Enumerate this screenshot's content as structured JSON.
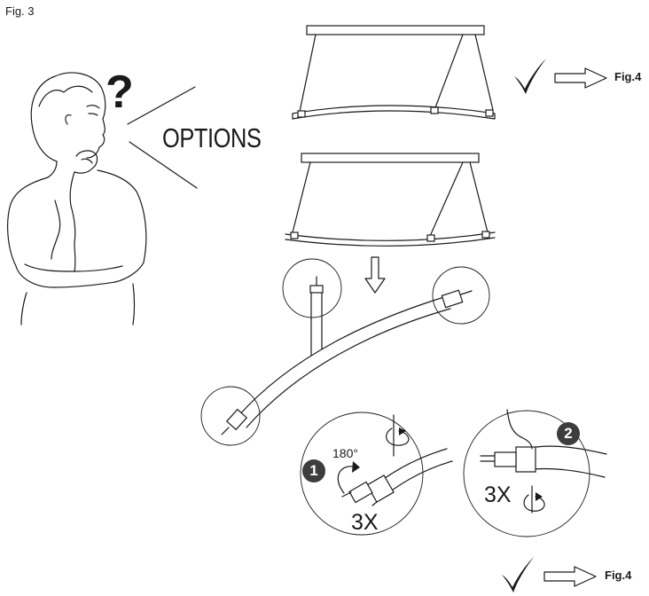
{
  "figure_label": "Fig. 3",
  "question_mark": "?",
  "options_label": "OPTIONS",
  "fig_reference_top": "Fig.4",
  "fig_reference_bottom": "Fig.4",
  "step_1": {
    "number": "1",
    "rotation": "180°",
    "repeat": "3X"
  },
  "step_2": {
    "number": "2",
    "repeat": "3X"
  },
  "icons": [
    "thinking-person-illustration",
    "checkmark-icon",
    "outline-arrow-right-icon",
    "outline-arrow-down-icon",
    "rotate-icon",
    "pendant-lamp-illustration",
    "magnifier-circle"
  ]
}
